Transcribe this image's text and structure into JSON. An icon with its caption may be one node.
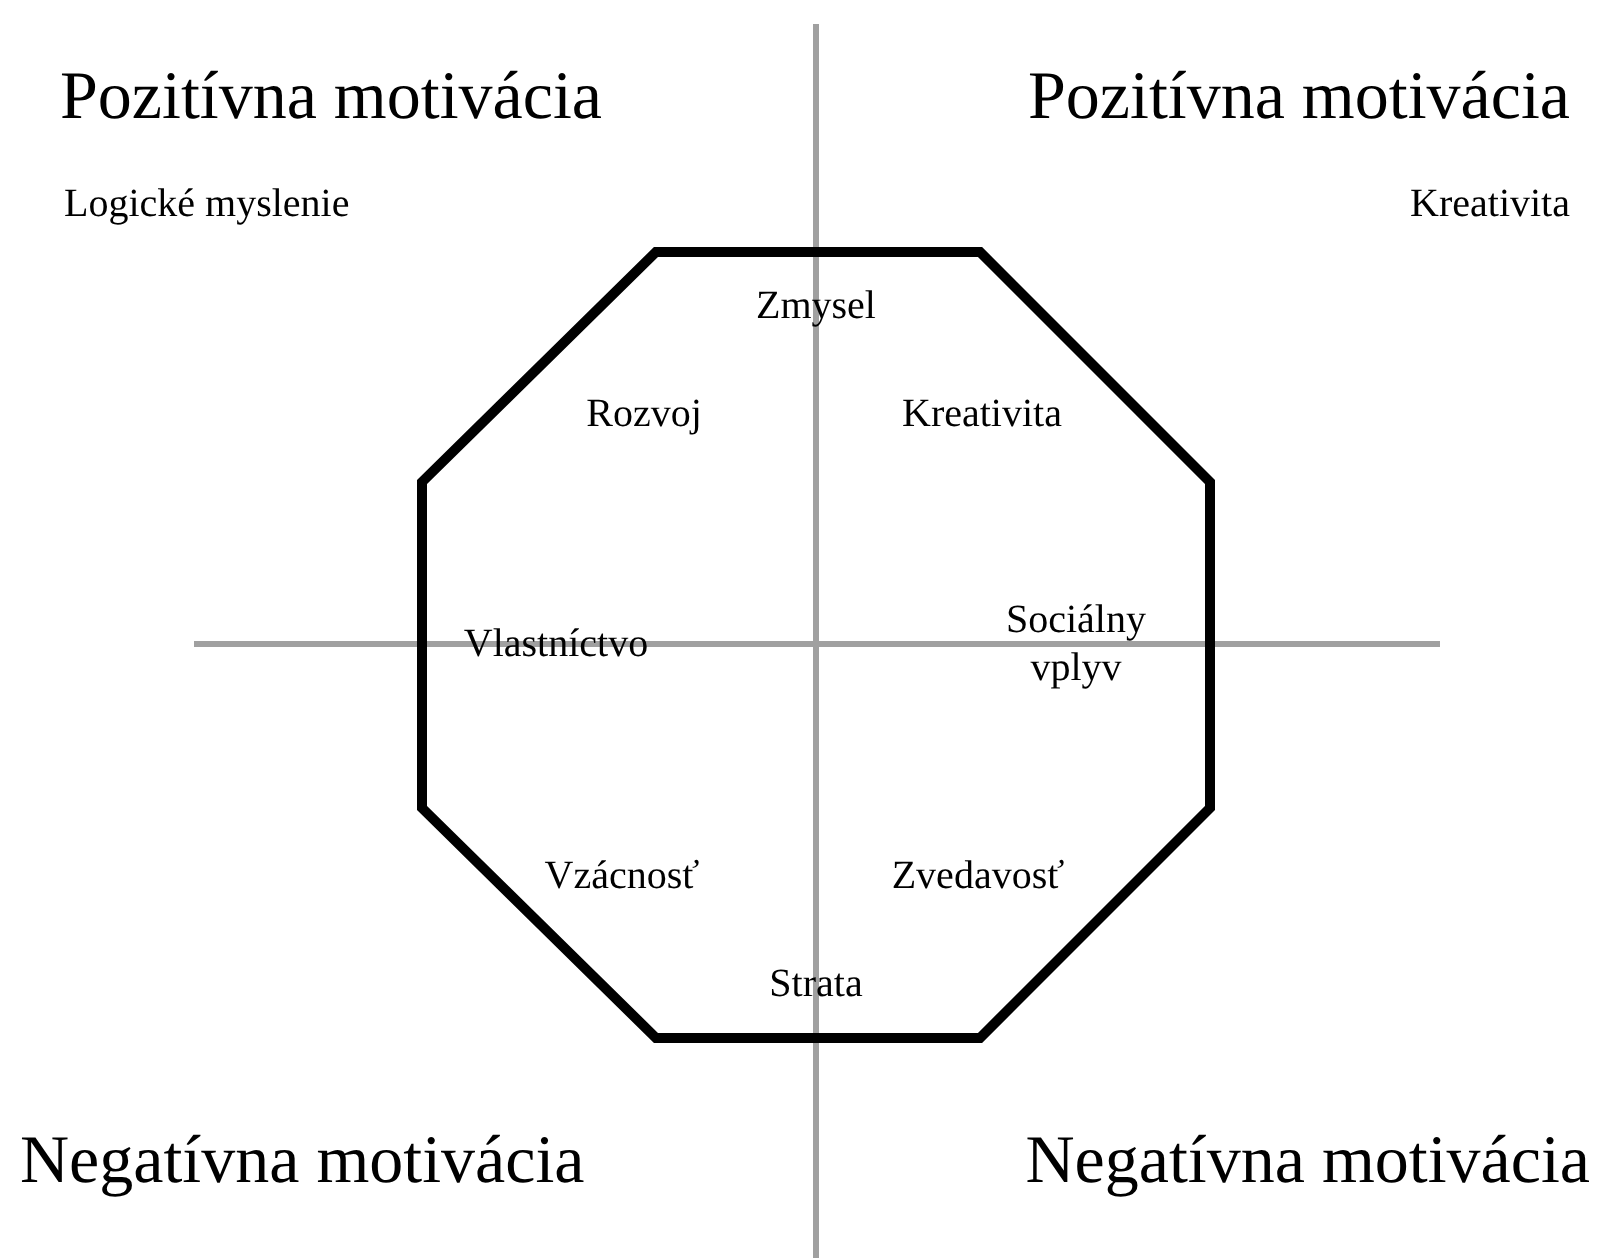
{
  "diagram": {
    "nodes": [
      {
        "text": [
          "Zmysel",
          "Rozvoj",
          "Kreativita",
          "Vlastníctvo",
          "Sociálny vplyv",
          "Vzácnosť",
          "Zvedavosť",
          "Strata"
        ]
      }
    ],
    "labels": [
      "Pozitívna motivácia",
      "Pozitívna motivácia",
      "Logické myslenie",
      "Kreativita",
      "Negatívna motivácia",
      "Negatívna motivácia"
    ]
  }
}
